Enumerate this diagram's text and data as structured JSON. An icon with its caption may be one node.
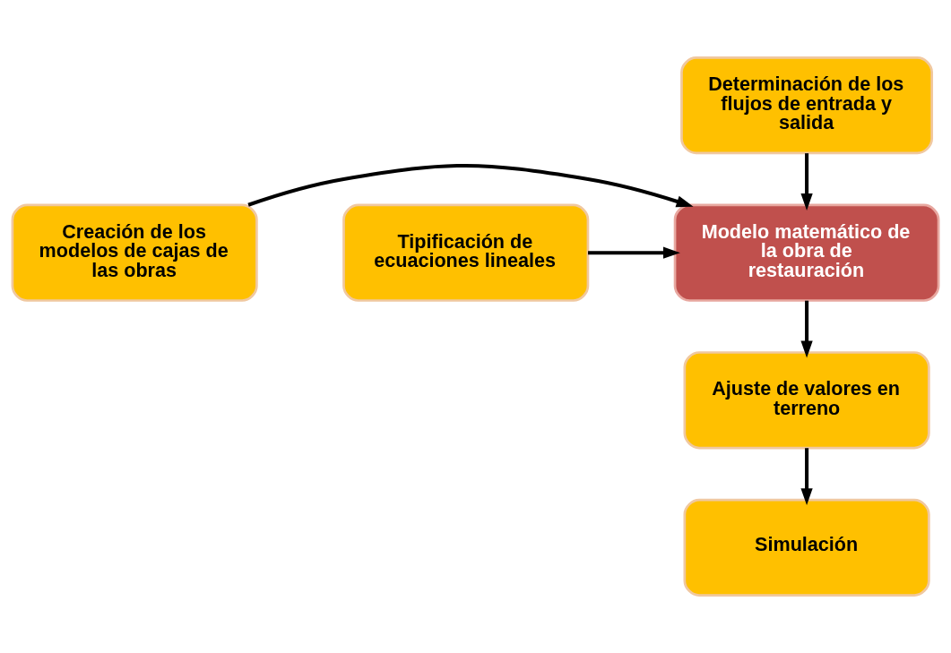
{
  "diagram": {
    "nodes": [
      {
        "text": [
          "Determinación de los flujos de entrada y salida"
        ]
      },
      {
        "text": [
          "Creación de los modelos de cajas de las obras"
        ]
      },
      {
        "text": [
          "Modelo matemático de la obra de restauración"
        ]
      },
      {
        "text": [
          "Tipificación de ecuaciones lineales"
        ]
      },
      {
        "text": [
          "Ajuste de valores en terreno"
        ]
      },
      {
        "text": [
          "Simulación"
        ]
      }
    ],
    "edges": [
      {
        "from": 0,
        "to": 2,
        "arrow": "to"
      },
      {
        "from": 1,
        "to": 2,
        "arrow": "to"
      },
      {
        "from": 3,
        "to": 2,
        "arrow": "to"
      },
      {
        "from": 2,
        "to": 4,
        "arrow": "to"
      },
      {
        "from": 4,
        "to": 5,
        "arrow": "to"
      }
    ]
  }
}
